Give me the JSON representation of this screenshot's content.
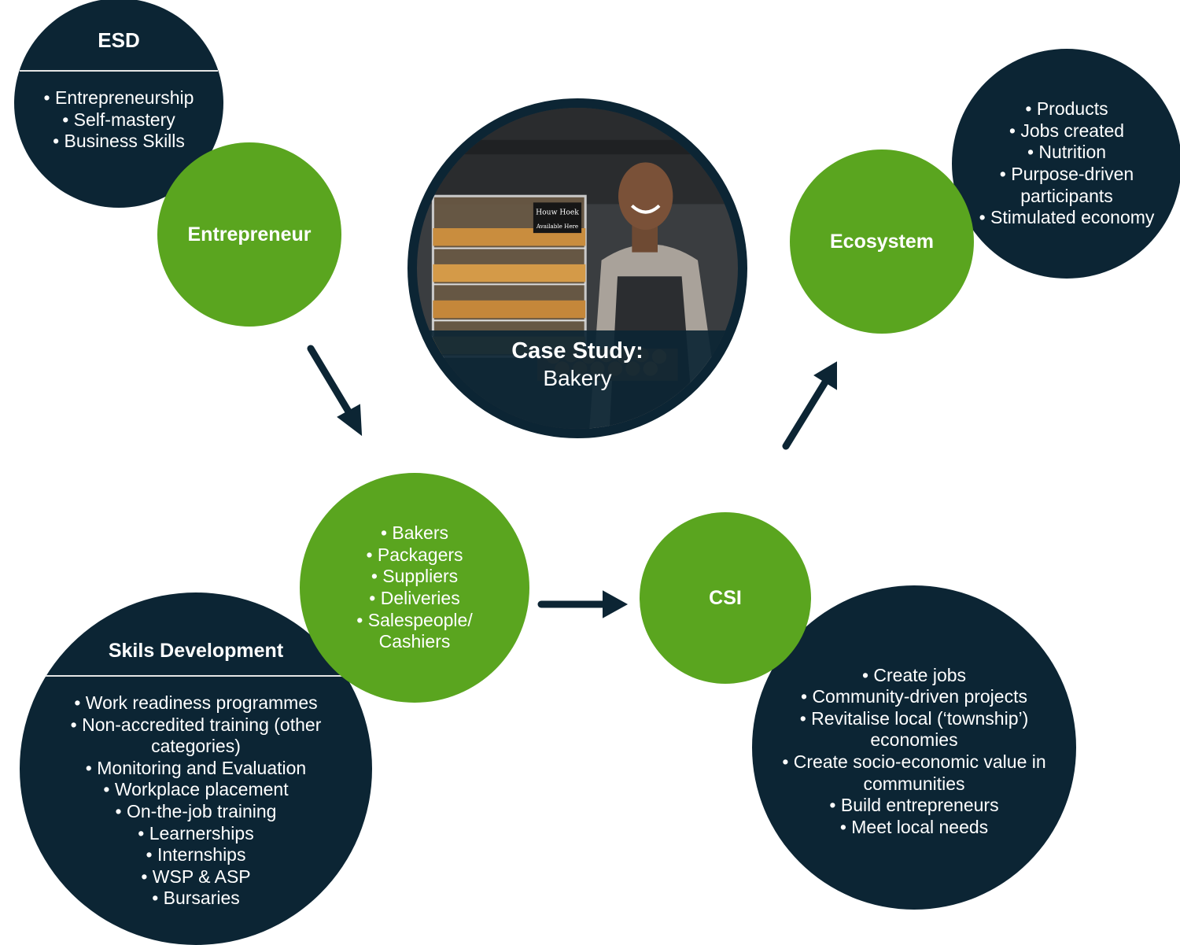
{
  "esd": {
    "title": "ESD",
    "items": [
      "• Entrepreneurship",
      "• Self-mastery",
      "• Business Skills"
    ]
  },
  "entrepreneur": {
    "title": "Entrepreneur"
  },
  "case_study": {
    "title": "Case Study:",
    "subtitle": "Bakery",
    "sign_line1": "Houw Hoek",
    "sign_line2": "Available Here"
  },
  "ecosystem": {
    "title": "Ecosystem",
    "items": [
      "• Products",
      "• Jobs created",
      "• Nutrition",
      "• Purpose-driven participants",
      "• Stimulated economy"
    ]
  },
  "roles": {
    "items": [
      "• Bakers",
      "•  Packagers",
      "•  Suppliers",
      "• Deliveries",
      "•  Salespeople/ Cashiers"
    ]
  },
  "skills": {
    "title": "Skils Development",
    "items": [
      "• Work readiness programmes",
      "• Non-accredited training (other categories)",
      "• Monitoring and Evaluation",
      "• Workplace placement",
      "• On-the-job training",
      "• Learnerships",
      "• Internships",
      "• WSP & ASP",
      "• Bursaries"
    ]
  },
  "csi": {
    "title": "CSI",
    "items": [
      "• Create jobs",
      "• Community-driven projects",
      "• Revitalise local (‘township’) economies",
      "• Create socio-economic value in communities",
      "• Build entrepreneurs",
      "• Meet local needs"
    ]
  },
  "colors": {
    "navy": "#0c2534",
    "green": "#5aa51f",
    "white": "#ffffff"
  }
}
